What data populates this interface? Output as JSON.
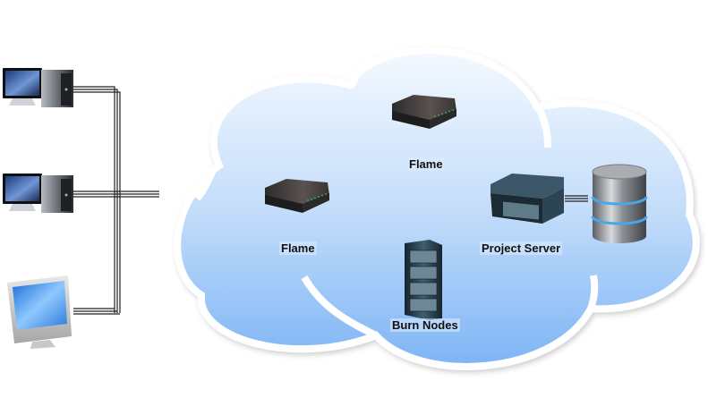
{
  "diagram": {
    "title": "",
    "colors": {
      "cloud_top": "#f2f8ff",
      "cloud_bottom": "#7fb6f5",
      "cloud_outline": "#ffffff",
      "cable": "#222222",
      "label_text": "#111111"
    },
    "clients": [
      {
        "id": "client-1",
        "icon": "desktop-tower-icon"
      },
      {
        "id": "client-2",
        "icon": "desktop-tower-icon"
      },
      {
        "id": "client-3",
        "icon": "imac-monitor-icon"
      }
    ],
    "cloud_nodes": [
      {
        "id": "flame-top",
        "label": "Flame",
        "icon": "flame-workstation-box-icon"
      },
      {
        "id": "flame-left",
        "label": "Flame",
        "icon": "flame-workstation-box-icon"
      },
      {
        "id": "burn-nodes",
        "label": "Burn Nodes",
        "icon": "server-rack-icon"
      },
      {
        "id": "project-server",
        "label": "Project Server",
        "icon": "rack-server-icon"
      },
      {
        "id": "database",
        "label": "",
        "icon": "database-icon"
      }
    ],
    "connections": [
      {
        "from": "client-1",
        "to": "cloud"
      },
      {
        "from": "client-2",
        "to": "cloud"
      },
      {
        "from": "client-3",
        "to": "cloud"
      },
      {
        "from": "project-server",
        "to": "database"
      }
    ]
  }
}
